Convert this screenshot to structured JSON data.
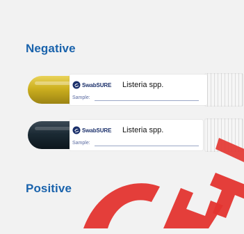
{
  "headings": {
    "negative": "Negative",
    "positive": "Positive"
  },
  "tubes": [
    {
      "brand": "SwabSURE",
      "species": "Listeria spp.",
      "sample_label": "Sample:",
      "liquid_color": "yellow"
    },
    {
      "brand": "SwabSURE",
      "species": "Listeria spp.",
      "sample_label": "Sample:",
      "liquid_color": "dark-blue"
    }
  ],
  "colors": {
    "heading_blue": "#1a63ac",
    "watermark_red": "#e3342f"
  },
  "icons": {
    "brand_logo": "swabsure-logo-icon",
    "watermark": "watermark-stamp"
  }
}
